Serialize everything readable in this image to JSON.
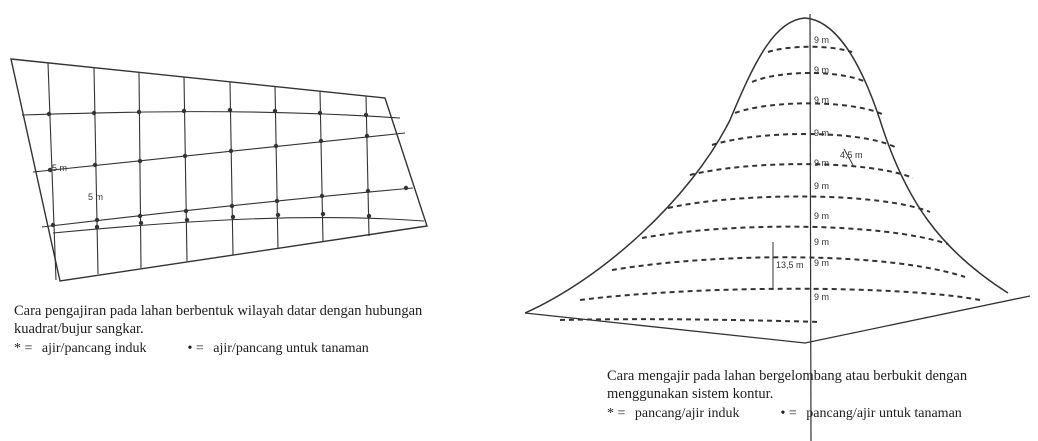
{
  "left_diagram": {
    "label_spacing_h": "5 m",
    "label_spacing_v": "5 m",
    "caption_line1": "Cara pengajiran pada lahan berbentuk wilayah datar dengan hubungan",
    "caption_line2": "kuadrat/bujur sangkar.",
    "legend": {
      "main_symbol": "* =",
      "main_text": "ajir/pancang induk",
      "plant_symbol": "• =",
      "plant_text": "ajir/pancang untuk tanaman"
    }
  },
  "right_diagram": {
    "contour_labels": [
      "9 m",
      "9 m",
      "9 m",
      "9 m",
      "9 m",
      "9 m",
      "9 m",
      "9 m",
      "9 m",
      "9 m"
    ],
    "spacing_small": "4,5 m",
    "spacing_large": "13,5 m",
    "caption_line1": "Cara mengajir pada lahan bergelombang atau berbukit dengan",
    "caption_line2": "menggunakan sistem kontur.",
    "legend": {
      "main_symbol": "* =",
      "main_text": "pancang/ajir induk",
      "plant_symbol": "• =",
      "plant_text": "pancang/ajir untuk tanaman"
    }
  }
}
